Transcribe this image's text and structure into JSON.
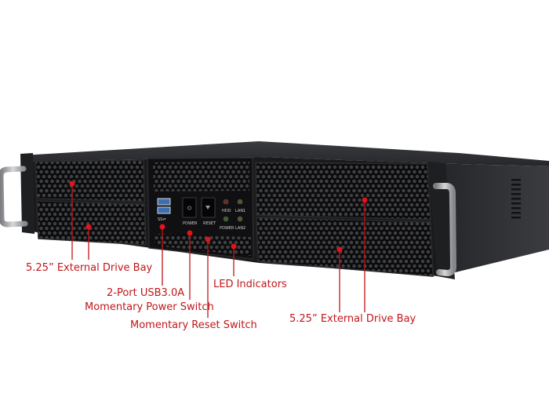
{
  "colors": {
    "callout": "#c0161a",
    "chassis": "#1c1c1e",
    "bezel": "#0e0e10",
    "handle": "#a9aaac"
  },
  "front_panel": {
    "power": "POWER",
    "reset": "RESET",
    "hdd": "HDD",
    "lan1": "LAN1",
    "power_led": "POWER",
    "lan2": "LAN2"
  },
  "callouts": {
    "left_bay": "5.25” External Drive Bay",
    "usb": "2-Port USB3.0A",
    "power_switch": "Momentary Power Switch",
    "reset_switch": "Momentary Reset Switch",
    "led": "LED Indicators",
    "right_bay": "5.25” External Drive Bay"
  }
}
